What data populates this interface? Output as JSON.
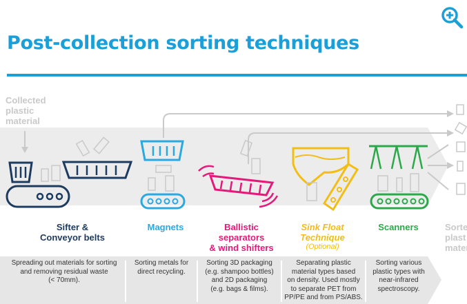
{
  "title": "Post-collection sorting techniques",
  "colors": {
    "title": "#1a9fd8",
    "rule": "#1a9fd8",
    "navy": "#1d3a5f",
    "teal": "#29a9e0",
    "magenta": "#e5197a",
    "yellow": "#f2bd14",
    "green": "#2aa84a",
    "grey": "#c9c9c9",
    "band": "#ececec",
    "desc_bg": "#e6e6e6"
  },
  "icons": {
    "zoom": "zoom-in-icon"
  },
  "collected_label": [
    "Collected",
    "plastic",
    "material"
  ],
  "stages": [
    {
      "line1": "Sifter &",
      "line2": "Conveyor belts",
      "desc": [
        "Spreading out materials for sorting",
        "and removing residual waste",
        "(< 70mm)."
      ]
    },
    {
      "line1": "Magnets",
      "desc": [
        "Sorting metals for",
        "direct recycling."
      ]
    },
    {
      "line1": "Ballistic",
      "line2": "separators",
      "line3": "& wind shifters",
      "desc": [
        "Sorting 3D packaging",
        "(e.g. shampoo bottles)",
        "and 2D packaging",
        "(e.g. bags & films)."
      ]
    },
    {
      "line1": "Sink Float",
      "line2": "Technique",
      "sub": "(Optional)",
      "desc": [
        "Separating plastic",
        "material types based",
        "on density. Used mostly",
        "to separate PET from",
        "PP/PE and from PS/ABS."
      ]
    },
    {
      "line1": "Scanners",
      "desc": [
        "Sorting various",
        "plastic types with",
        "near-infrared",
        "spectroscopy."
      ]
    },
    {
      "line1": "Sorte",
      "line2": "plast",
      "line3": "mater"
    }
  ]
}
